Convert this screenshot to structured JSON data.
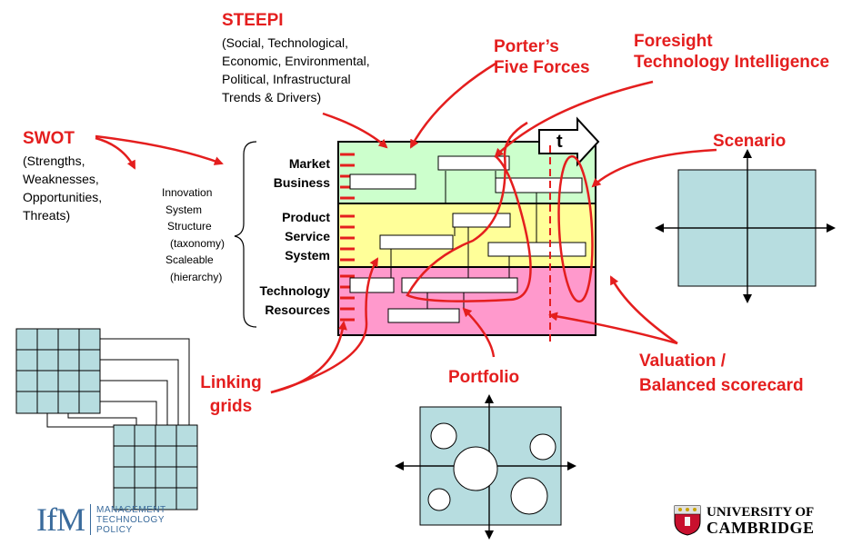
{
  "steepi": {
    "title": "STEEPI",
    "lines": [
      "(Social, Technological,",
      "Economic, Environmental,",
      "Political, Infrastructural",
      "Trends & Drivers)"
    ]
  },
  "porters": {
    "lines": [
      "Porter’s",
      "Five Forces"
    ]
  },
  "foresight": {
    "lines": [
      "Foresight",
      "Technology Intelligence"
    ]
  },
  "swot": {
    "title": "SWOT",
    "lines": [
      "(Strengths,",
      "Weaknesses,",
      "Opportunities,",
      "Threats)"
    ]
  },
  "innovation_system": {
    "lines": [
      "Innovation",
      "System",
      "Structure",
      "(taxonomy)",
      "Scaleable",
      "(hierarchy)"
    ]
  },
  "roadmap": {
    "time_label": "t",
    "layers": [
      {
        "lines": [
          "Market",
          "Business"
        ],
        "color": "#ccffcc"
      },
      {
        "lines": [
          "Product",
          "Service",
          "System"
        ],
        "color": "#ffff99"
      },
      {
        "lines": [
          "Technology",
          "Resources"
        ],
        "color": "#ff99cc"
      }
    ]
  },
  "scenario": {
    "label": "Scenario",
    "fill": "#b7dde0"
  },
  "valuation": {
    "lines": [
      "Valuation /",
      "Balanced scorecard"
    ]
  },
  "portfolio": {
    "label": "Portfolio",
    "fill": "#b7dde0"
  },
  "linking_grids": {
    "lines": [
      "Linking",
      "grids"
    ],
    "fill": "#b7dde0"
  },
  "logos": {
    "ifm": {
      "mark": "IfM",
      "lines": [
        "MANAGEMENT",
        "TECHNOLOGY",
        "POLICY"
      ]
    },
    "cambridge": {
      "lines": [
        "UNIVERSITY OF",
        "CAMBRIDGE"
      ]
    }
  },
  "colors": {
    "annotation_red": "#e41e1e",
    "diagram_fill": "#b7dde0"
  }
}
